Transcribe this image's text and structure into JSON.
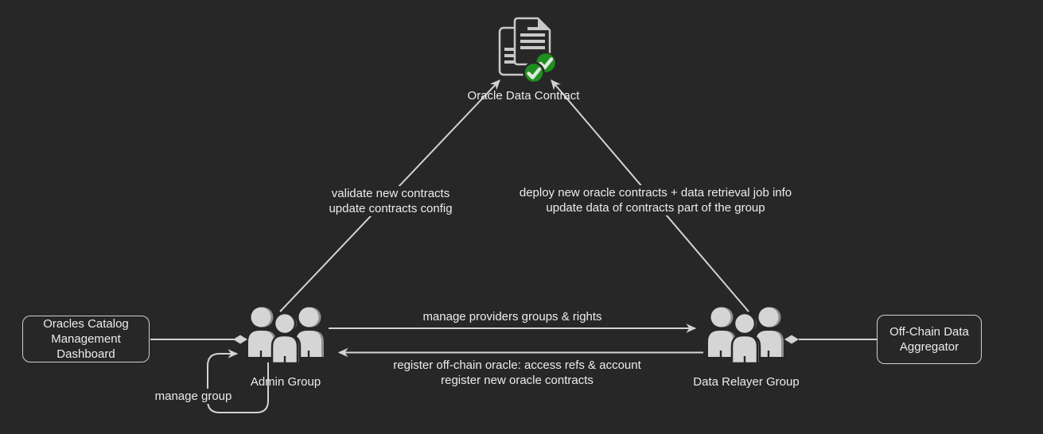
{
  "colors": {
    "background": "#272727",
    "edge_line": "#d3d3d3",
    "text": "#ececec",
    "node_border": "#cfcfcf",
    "people_icon_fill": "#d5d5d5",
    "people_icon_shadow": "#8f8f8f",
    "document_outline": "#c8c8c8",
    "check_badge_green": "#1f8f1f",
    "check_mark": "#ddeadd"
  },
  "nodes": {
    "contract": {
      "label": "Oracle Data Contract",
      "icon": "document-checked-icon"
    },
    "dashboard": {
      "lines": [
        "Oracles Catalog",
        "Management",
        "Dashboard"
      ]
    },
    "admin": {
      "label": "Admin Group",
      "icon": "users-group-icon"
    },
    "relayer": {
      "label": "Data Relayer Group",
      "icon": "users-group-icon"
    },
    "aggregator": {
      "lines": [
        "Off-Chain Data",
        "Aggregator"
      ]
    }
  },
  "edges": {
    "admin_to_contract": {
      "lines": [
        "validate new contracts",
        "update contracts config"
      ],
      "direction": "admin-group to oracle-data-contract, arrow"
    },
    "relayer_to_contract": {
      "lines": [
        "deploy new oracle contracts + data retrieval job info",
        "update data of contracts part of the group"
      ],
      "direction": "data-relayer-group to oracle-data-contract, arrow"
    },
    "admin_to_relayer": {
      "label": "manage providers groups & rights",
      "direction": "admin-group to data-relayer-group, arrow"
    },
    "relayer_to_admin": {
      "lines": [
        "register off-chain oracle: access refs & account",
        "register new oracle contracts"
      ],
      "direction": "data-relayer-group to admin-group, arrow"
    },
    "admin_self_loop": {
      "label": "manage group",
      "direction": "admin-group to itself, arrow"
    },
    "dashboard_to_admin": {
      "label": "",
      "direction": "dashboard to admin-group, diamond"
    },
    "relayer_to_aggregator": {
      "label": "",
      "direction": "data-relayer-group to aggregator, diamond"
    }
  }
}
